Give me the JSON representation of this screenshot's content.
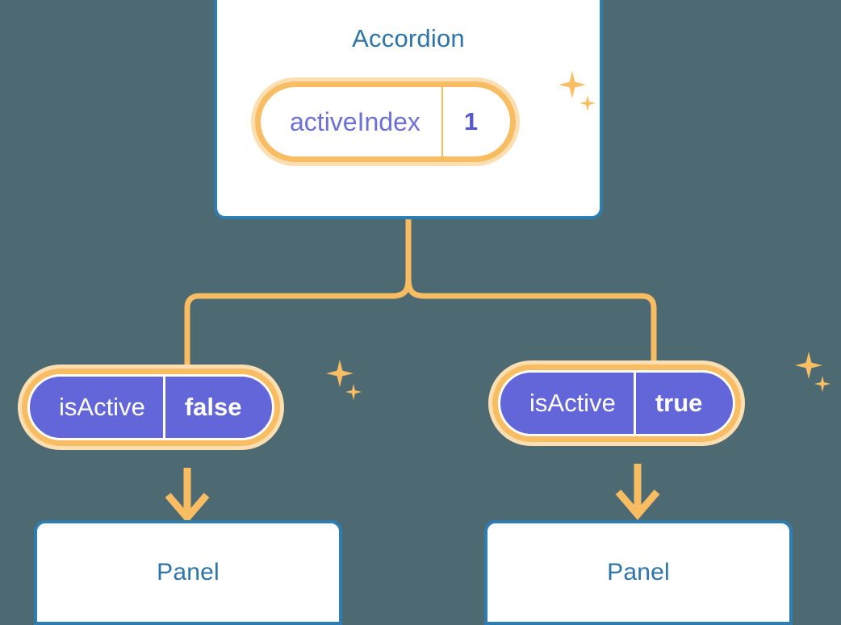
{
  "diagram": {
    "background_color": "#4d6a72",
    "accent_orange": "#f8bc63",
    "accent_orange_pale": "#fbdfb2",
    "accent_blue": "#2e7cb0",
    "accent_purple": "#6366d8",
    "title_color": "#2e74a8"
  },
  "accordion": {
    "title": "Accordion",
    "state_badge": {
      "key": "activeIndex",
      "value": "1",
      "key_color": "#6b6fd6",
      "value_color": "#5457cf",
      "style": "light"
    },
    "sparkle_large": "sparkle-icon",
    "sparkle_small": "sparkle-icon"
  },
  "branches": [
    {
      "id": "left",
      "badge": {
        "key": "isActive",
        "value": "false",
        "style": "solid"
      },
      "panel": {
        "title": "Panel"
      },
      "arrow": "arrow-down-icon"
    },
    {
      "id": "right",
      "badge": {
        "key": "isActive",
        "value": "true",
        "style": "solid"
      },
      "panel": {
        "title": "Panel"
      },
      "arrow": "arrow-down-icon"
    }
  ]
}
